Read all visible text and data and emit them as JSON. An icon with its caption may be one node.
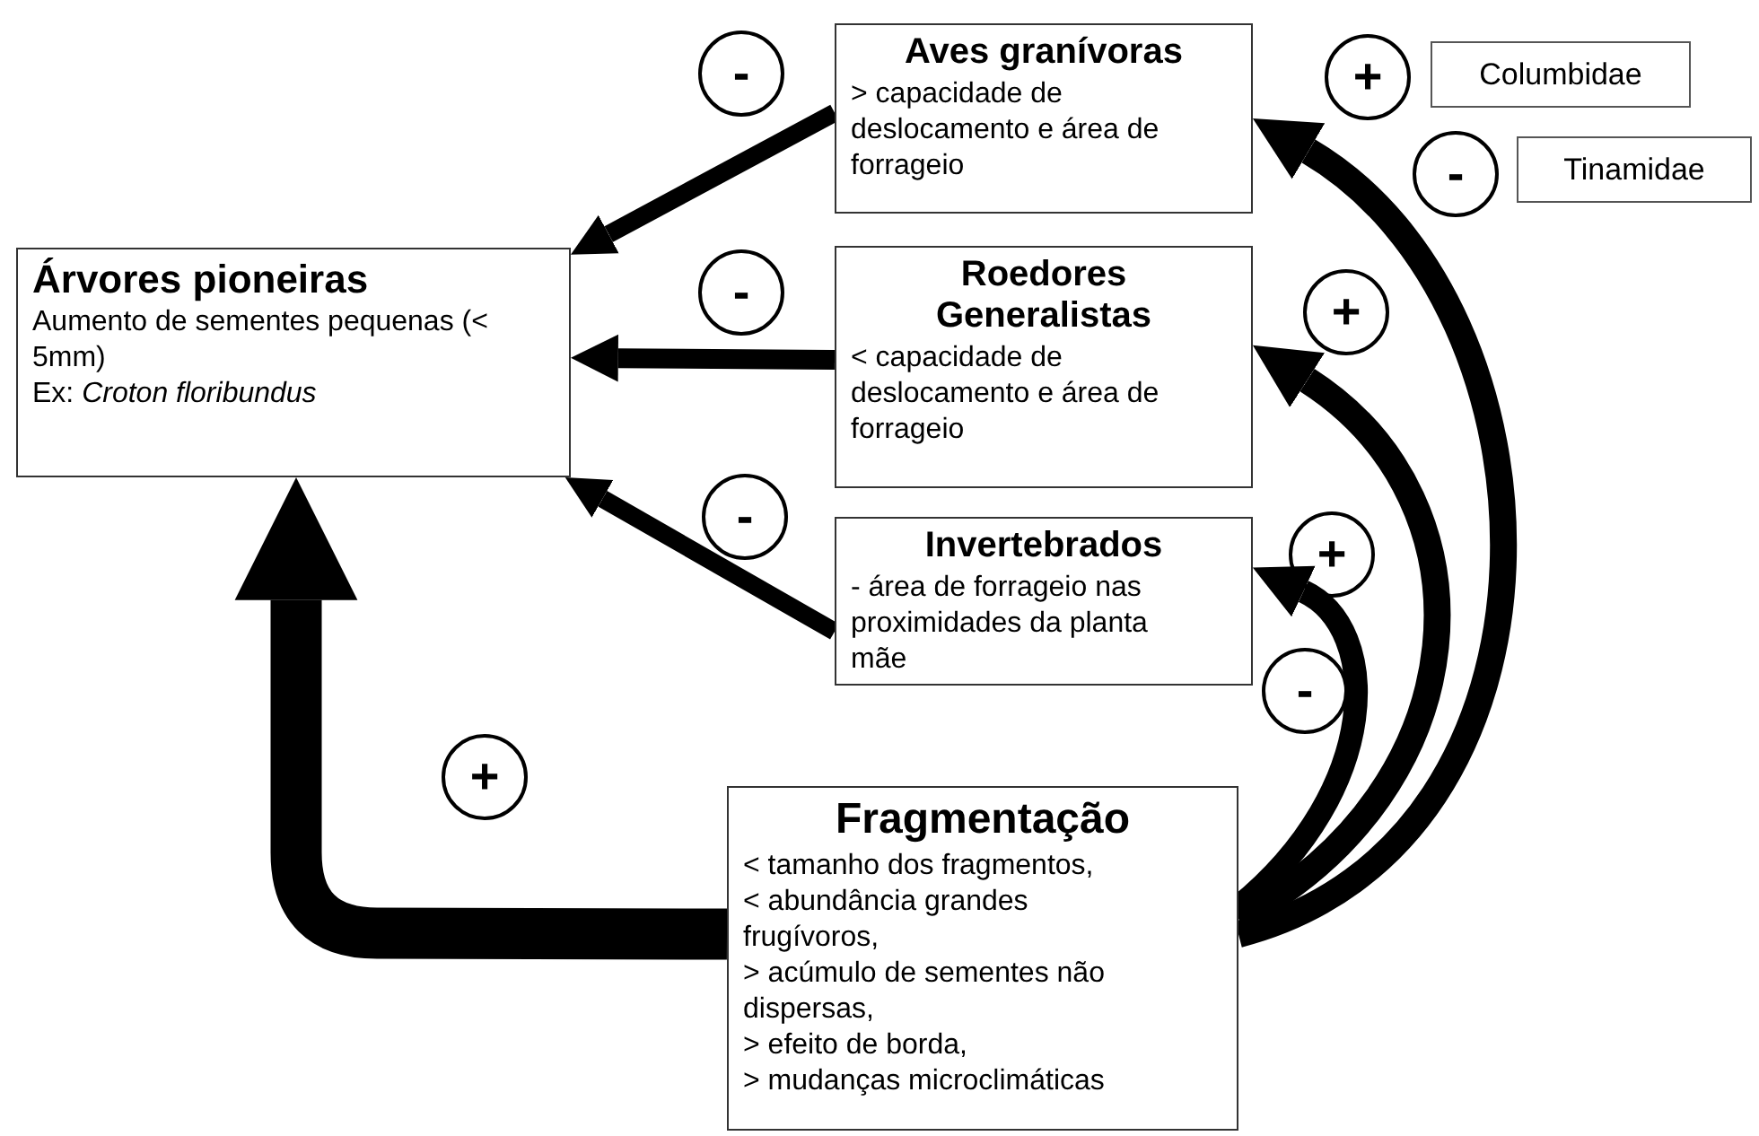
{
  "diagram": {
    "nodes": [
      {
        "text": [
          "Árvores pioneiras",
          "Aumento de sementes pequenas (< 5mm)",
          "Ex: *Croton floribundus*"
        ]
      },
      {
        "text": [
          "Aves granívoras",
          "> capacidade de deslocamento e área de forrageio"
        ]
      },
      {
        "text": [
          "Roedores Generalistas",
          "< capacidade de deslocamento e área de forrageio"
        ]
      },
      {
        "text": [
          "Invertebrados",
          "- área de forrageio nas proximidades da planta mãe"
        ]
      },
      {
        "text": [
          "Fragmentação",
          "< tamanho dos fragmentos,",
          "< abundância grandes frugívoros,",
          "> acúmulo de sementes não dispersas,",
          "> efeito de borda,",
          "> mudanças microclimáticas"
        ]
      },
      {
        "text": [
          "Columbidae"
        ]
      },
      {
        "text": [
          "Tinamidae"
        ]
      },
      {
        "text": [
          "-"
        ]
      },
      {
        "text": [
          "-"
        ]
      },
      {
        "text": [
          "-"
        ]
      },
      {
        "text": [
          "+"
        ]
      },
      {
        "text": [
          "-"
        ]
      },
      {
        "text": [
          "+"
        ]
      },
      {
        "text": [
          "+"
        ]
      },
      {
        "text": [
          "-"
        ]
      },
      {
        "text": [
          "+"
        ]
      }
    ],
    "edges": [
      {
        "from": 1,
        "to": 0,
        "arrow": "to"
      },
      {
        "from": 2,
        "to": 0,
        "arrow": "to"
      },
      {
        "from": 3,
        "to": 0,
        "arrow": "to"
      },
      {
        "from": 4,
        "to": 0,
        "arrow": "to",
        "style": "thick"
      },
      {
        "from": 4,
        "to": 1,
        "arrow": "to"
      },
      {
        "from": 4,
        "to": 2,
        "arrow": "to"
      },
      {
        "from": 4,
        "to": 3,
        "arrow": "to"
      }
    ]
  }
}
